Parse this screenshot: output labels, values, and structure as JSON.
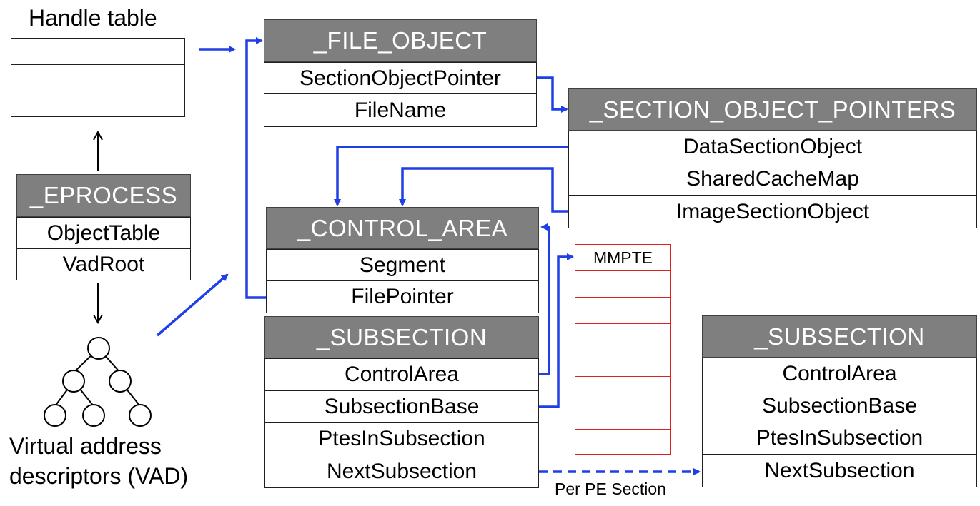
{
  "handle_table": {
    "title": "Handle table"
  },
  "eprocess": {
    "header": "_EPROCESS",
    "fields": [
      "ObjectTable",
      "VadRoot"
    ]
  },
  "vad": {
    "label_line1": "Virtual address",
    "label_line2": "descriptors (VAD)"
  },
  "file_object": {
    "header": "_FILE_OBJECT",
    "fields": [
      "SectionObjectPointer",
      "FileName"
    ]
  },
  "section_object_pointers": {
    "header": "_SECTION_OBJECT_POINTERS",
    "fields": [
      "DataSectionObject",
      "SharedCacheMap",
      "ImageSectionObject"
    ]
  },
  "control_area": {
    "header": "_CONTROL_AREA",
    "fields": [
      "Segment",
      "FilePointer"
    ]
  },
  "subsection_1": {
    "header": "_SUBSECTION",
    "fields": [
      "ControlArea",
      "SubsectionBase",
      "PtesInSubsection",
      "NextSubsection"
    ]
  },
  "subsection_2": {
    "header": "_SUBSECTION",
    "fields": [
      "ControlArea",
      "SubsectionBase",
      "PtesInSubsection",
      "NextSubsection"
    ]
  },
  "mmpte": {
    "label": "MMPTE"
  },
  "connector_label": "Per PE Section",
  "colors": {
    "header_fill": "#7f7f7f",
    "arrow_blue": "#1f3fe6",
    "mmpte_border": "#e02020"
  }
}
